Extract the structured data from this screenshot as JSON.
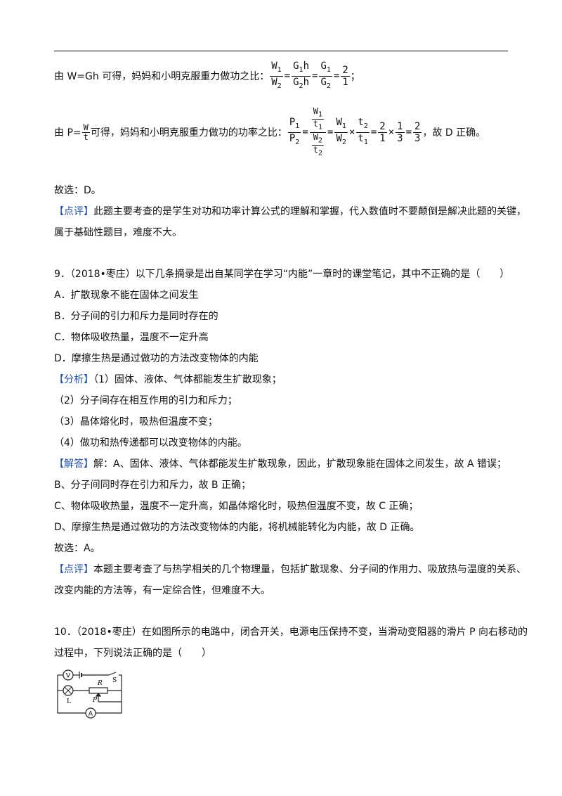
{
  "solution": {
    "line1_text": "由 W=Gh 可得，妈妈和小明克服重力做功之比：",
    "line2_text_a": "由 P=",
    "line2_text_b": "可得，妈妈和小明克服重力做功的功率之比：",
    "line2_end": "，故 D 正确。",
    "choice": "故选：D。",
    "comment_tag": "【点评】",
    "comment_line1": "此题主要考查的是学生对功和功率计算公式的理解和掌握，代入数值时不要颠倒是解决此题的关键，",
    "comment_line2": "属于基础性题目，难度不大。"
  },
  "q9": {
    "stem": "9．（2018•枣庄）以下几条摘录是出自某同学在学习“内能”一章时的课堂笔记，其中不正确的是（　　）",
    "options": [
      "A．扩散现象不能在固体之间发生",
      "B．分子间的引力和斥力是同时存在的",
      "C．物体吸收热量，温度不一定升高",
      "D．摩擦生热是通过做功的方法改变物体的内能"
    ],
    "analysis_tag": "【分析】",
    "analysis": [
      "（1）固体、液体、气体都能发生扩散现象；",
      "（2）分子间存在相互作用的引力和斥力；",
      "（3）晶体熔化时，吸热但温度不变；",
      "（4）做功和热传递都可以改变物体的内能。"
    ],
    "answer_tag": "【解答】",
    "answer": [
      "解：A、固体、液体、气体都能发生扩散现象，因此，扩散现象能在固体之间发生，故 A 错误；",
      "B、分子间同时存在引力和斥力，故 B 正确；",
      "C、物体吸收热量，温度不一定升高，如晶体熔化时，吸热但温度不变，故 C 正确；",
      "D、摩擦生热是通过做功的方法改变物体的内能，将机械能转化为内能，故 D 正确。"
    ],
    "choice": "故选：A。",
    "comment_tag": "【点评】",
    "comment_line1": "本题主要考查了与热学相关的几个物理量，包括扩散现象、分子间的作用力、吸放热与温度的关系、",
    "comment_line2": "改变内能的方法等，有一定综合性，但难度不大。"
  },
  "q10": {
    "stem_line1": "10．（2018•枣庄）在如图所示的电路中，闭合开关，电源电压保持不变，当滑动变阻器的滑片 P 向右移动的",
    "stem_line2": "过程中，下列说法正确的是（　　）",
    "circuit_labels": {
      "voltmeter": "V",
      "ammeter": "A",
      "lamp": "L",
      "resistor": "R",
      "slider": "P",
      "switch": "S"
    }
  },
  "math": {
    "W1": "W",
    "W2": "W",
    "G1h": "G",
    "h": "h",
    "t1": "t",
    "t2": "t",
    "P1": "P",
    "P2": "P",
    "sub1": "1",
    "sub2": "2",
    "two": "2",
    "one": "1",
    "three": "3",
    "eq": "=",
    "times": "×",
    "semi": "；",
    "W": "W",
    "t": "t"
  }
}
